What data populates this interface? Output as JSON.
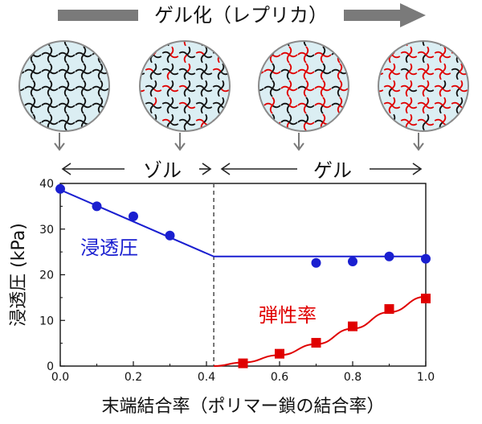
{
  "header": {
    "top_label": "ゲル化（レプリカ）",
    "sol_label": "ゾル",
    "gel_label": "ゲル"
  },
  "circles": [
    {
      "red_fraction": 0.0
    },
    {
      "red_fraction": 0.3
    },
    {
      "red_fraction": 0.55
    },
    {
      "red_fraction": 0.85
    }
  ],
  "colors": {
    "blue": "#1a1fd0",
    "red": "#e00000",
    "circle_fill": "#dbeef3",
    "arrow_gray": "#7a7a7a"
  },
  "chart_data": {
    "type": "scatter",
    "xlabel": "末端結合率（ポリマー鎖の結合率）",
    "ylabel": "浸透圧 (kPa)",
    "xlim": [
      0,
      1.0
    ],
    "ylim": [
      0,
      40
    ],
    "xticks": [
      "0.0",
      "0.2",
      "0.4",
      "0.6",
      "0.8",
      "1.0"
    ],
    "xtick_values": [
      0,
      0.2,
      0.4,
      0.6,
      0.8,
      1.0
    ],
    "yticks": [
      "0",
      "10",
      "20",
      "30",
      "40"
    ],
    "ytick_values": [
      0,
      10,
      20,
      30,
      40
    ],
    "gel_point": 0.42,
    "series": [
      {
        "name": "浸透圧",
        "color": "#1a1fd0",
        "marker": "circle",
        "x": [
          0.0,
          0.1,
          0.2,
          0.3,
          0.7,
          0.8,
          0.9,
          1.0
        ],
        "values": [
          38.8,
          35.0,
          32.8,
          28.6,
          22.6,
          22.9,
          24.0,
          23.5
        ],
        "fit_x": [
          0.0,
          0.42,
          1.0
        ],
        "fit_y": [
          38.6,
          24.0,
          24.0
        ]
      },
      {
        "name": "弾性率",
        "color": "#e00000",
        "marker": "square",
        "x": [
          0.5,
          0.6,
          0.7,
          0.8,
          0.9,
          1.0
        ],
        "values": [
          0.6,
          2.7,
          5.1,
          8.7,
          12.5,
          14.8
        ],
        "fit_x": [
          0.42,
          0.5,
          0.6,
          0.7,
          0.8,
          0.9,
          1.0
        ],
        "fit_y": [
          0.0,
          0.8,
          2.4,
          4.8,
          8.2,
          11.8,
          15.2
        ]
      }
    ]
  }
}
